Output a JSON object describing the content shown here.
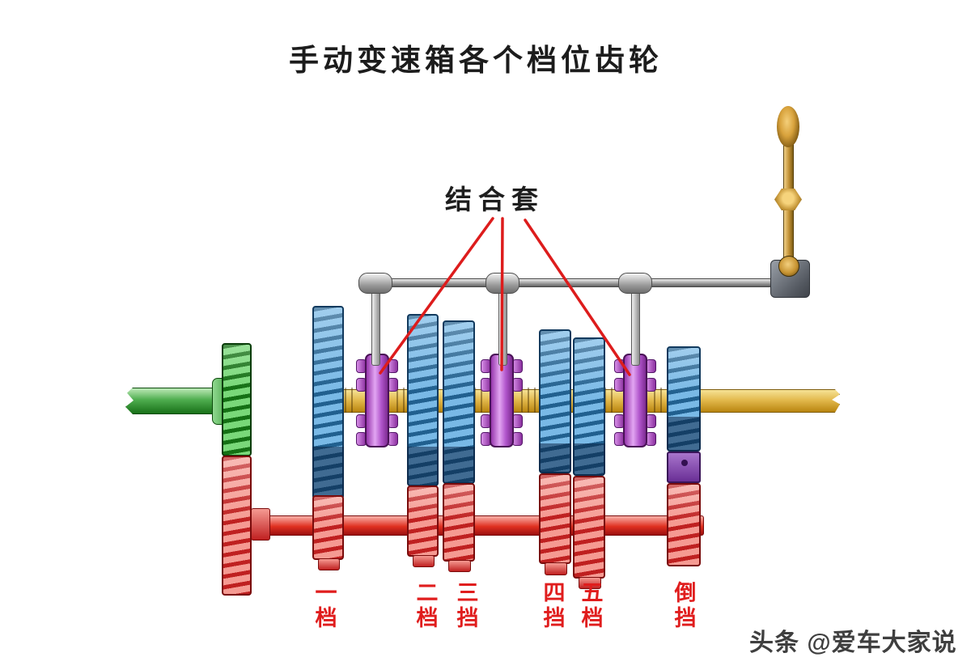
{
  "title": "手动变速箱各个档位齿轮",
  "annotation": {
    "sleeve_label": "结合套"
  },
  "gear_labels": [
    {
      "id": "gear-1",
      "text": "一档"
    },
    {
      "id": "gear-2",
      "text": "二档"
    },
    {
      "id": "gear-3",
      "text": "三挡"
    },
    {
      "id": "gear-4",
      "text": "四挡"
    },
    {
      "id": "gear-5",
      "text": "五档"
    },
    {
      "id": "gear-reverse",
      "text": "倒挡"
    }
  ],
  "watermark": "头条 @爱车大家说",
  "colors": {
    "annotation_red": "#dd1c1c",
    "label_red": "#e01d1d",
    "gear_blue": "#3d85c0",
    "gear_green": "#2e9e2e",
    "counter_gear_red": "#d42a2a",
    "shaft_yellow": "#e0b54a",
    "sleeve_purple": "#b55cc9",
    "rail_gray": "#9a9a9a",
    "title_black": "#1c1c1c"
  }
}
